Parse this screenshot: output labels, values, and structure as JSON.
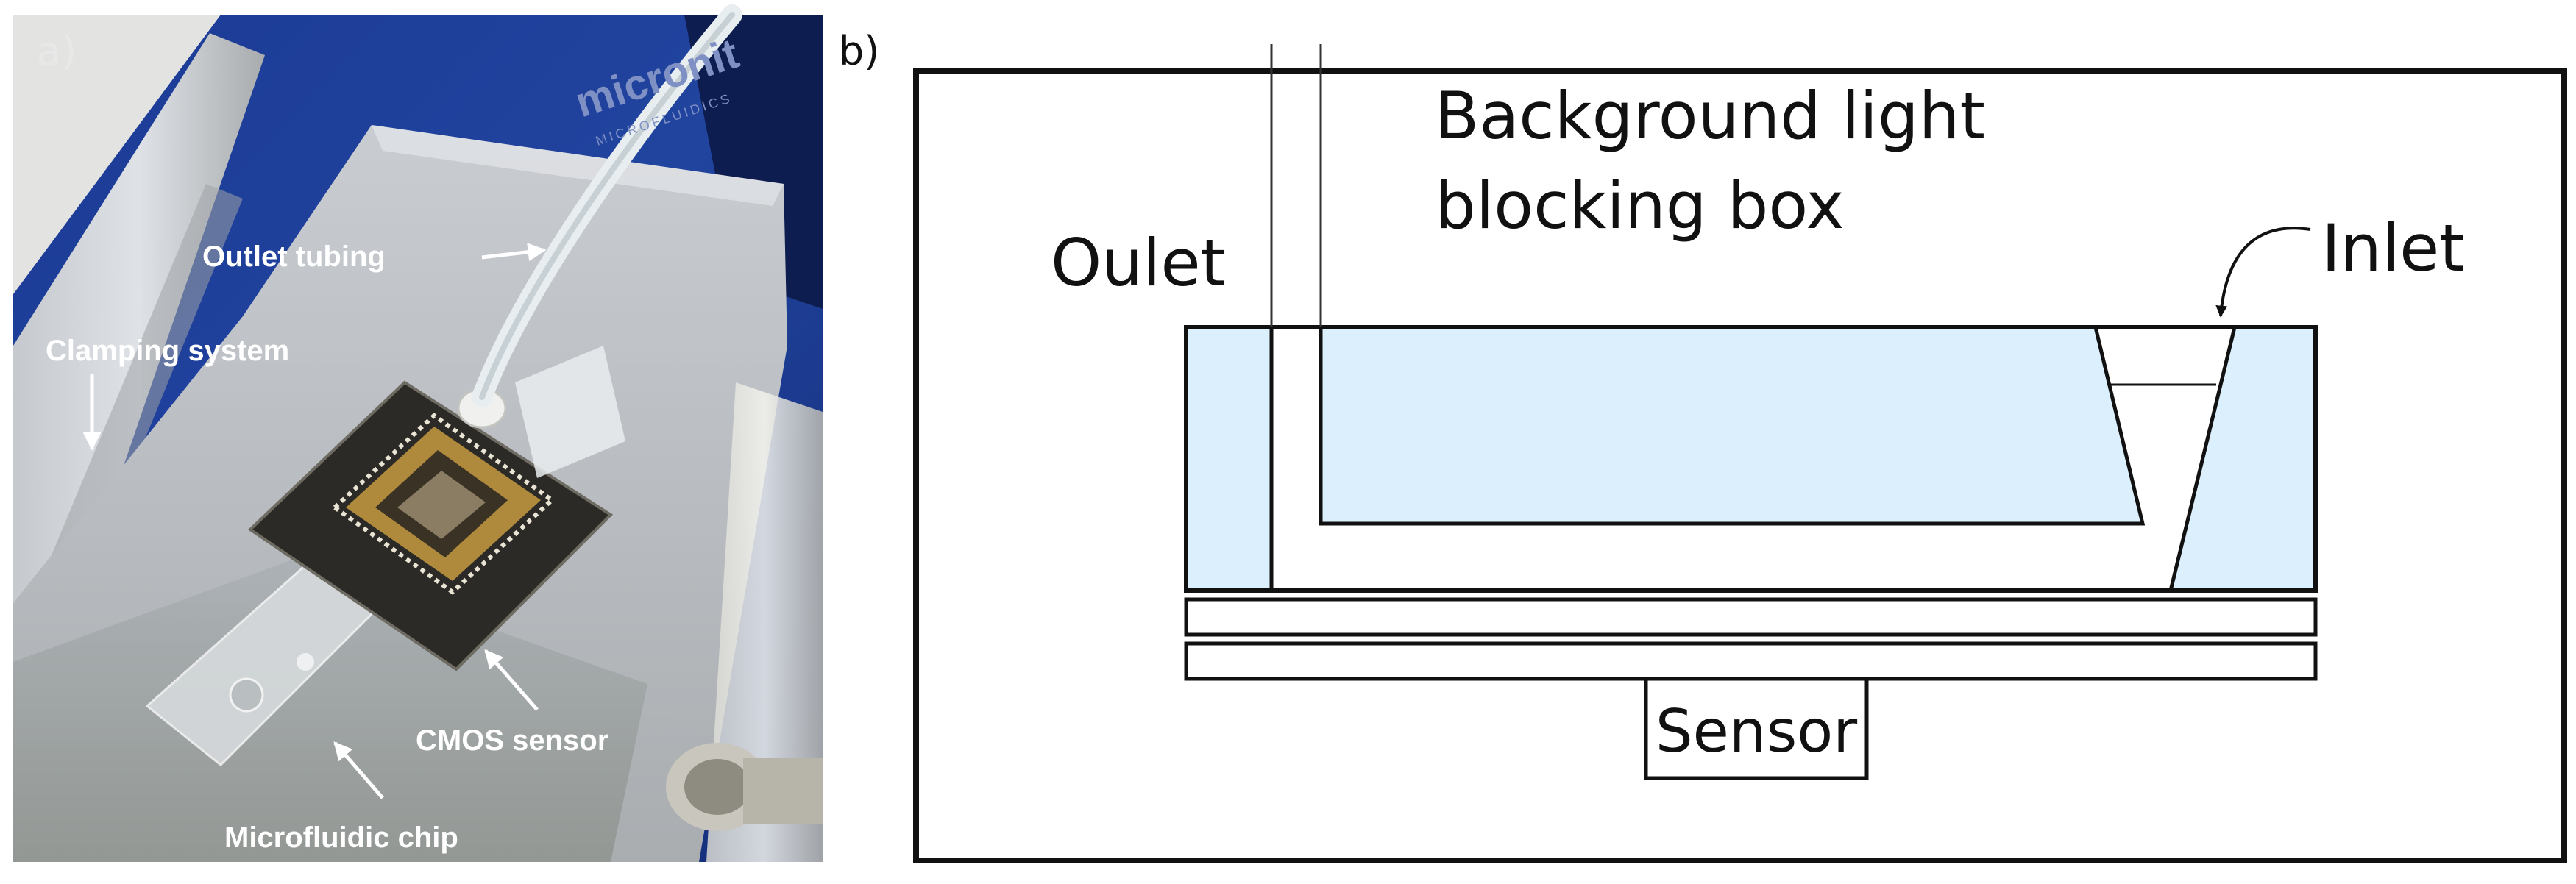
{
  "panel_a": {
    "tag": "a)",
    "brand": "micronit",
    "brand_sub": "MICROFLUIDICS",
    "labels": {
      "outlet_tubing": "Outlet tubing",
      "clamping_system": "Clamping system",
      "cmos_sensor": "CMOS sensor",
      "microfluidic_chip": "Microfluidic chip"
    }
  },
  "panel_b": {
    "tag": "b)",
    "title_line1": "Background light",
    "title_line2": "blocking box",
    "outlet": "Oulet",
    "inlet": "Inlet",
    "sensor": "Sensor"
  },
  "colors": {
    "fluid": "#dbeffc",
    "frame_blue": "#1d3f9c",
    "outline": "#111111"
  }
}
